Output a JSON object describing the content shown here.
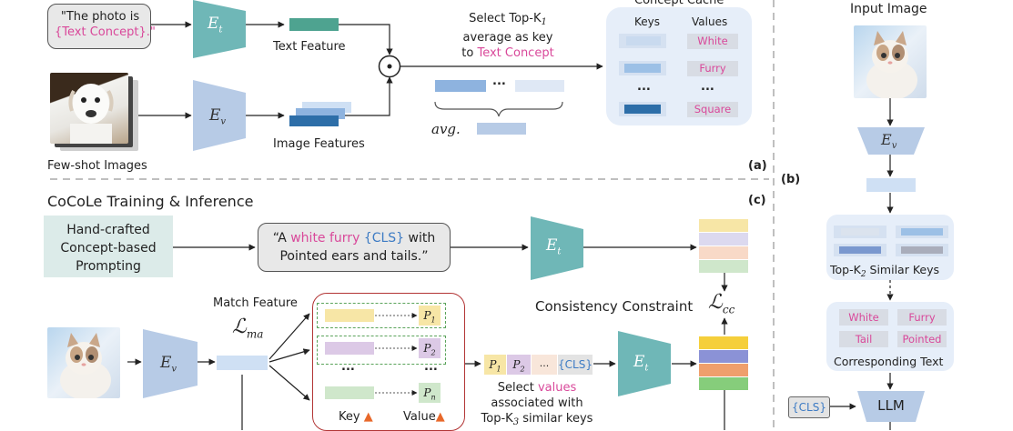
{
  "top": {
    "prompt_prefix": "\"The photo is",
    "prompt_concept": "{Text Concept}.\"",
    "encoder_text": "E",
    "encoder_text_sub": "t",
    "encoder_vis": "E",
    "encoder_vis_sub": "v",
    "text_feature": "Text Feature",
    "image_features": "Image Features",
    "few_shot": "Few-shot Images",
    "select_line1": "Select Top-K",
    "select_line1_sub": "1",
    "select_line2": "average as key",
    "select_line3_prefix": "to ",
    "select_line3_concept": "Text Concept",
    "ellipsis": "...",
    "avg": "avg.",
    "panel_label": "(a)",
    "cache_title": "Concept Cache",
    "keys_header": "Keys",
    "values_header": "Values",
    "values": [
      "White",
      "Furry",
      "Square"
    ],
    "cache_ellipsis": "..."
  },
  "bottom": {
    "section_title": "CoCoLe Training & Inference",
    "panel_label": "(c)",
    "handcrafted": [
      "Hand-crafted",
      "Concept-based",
      "Prompting"
    ],
    "prompt_pre": "“A ",
    "prompt_concepts": "white furry",
    "prompt_cls": "{CLS}",
    "prompt_post": " with",
    "prompt_line2": "Pointed ears and tails.”",
    "match_feature": "Match Feature",
    "loss_ma": "ℒ",
    "loss_ma_sub": "ma",
    "consistency": "Consistency Constraint",
    "loss_cc": "ℒ",
    "loss_cc_sub": "cc",
    "p_labels": [
      "P",
      "P",
      "P"
    ],
    "p_subs": [
      "1",
      "2",
      "n"
    ],
    "dots": "...",
    "key_label": "Key",
    "value_label": "Value",
    "prompt_tokens": [
      "P",
      "P",
      "...",
      "{CLS}"
    ],
    "prompt_token_subs": [
      "1",
      "2",
      "",
      ""
    ],
    "select_line1_prefix": "Select ",
    "select_line1_values": "values",
    "select_line2": "associated with",
    "select_line3": "Top-K",
    "select_line3_sub": "3",
    "select_line3_post": " similar keys"
  },
  "right": {
    "panel_label": "(b)",
    "input_image": "Input Image",
    "top_k2": "Top-K",
    "top_k2_sub": "2",
    "top_k2_post": " Similar Keys",
    "words": [
      "White",
      "Furry",
      "Tail",
      "Pointed"
    ],
    "corresponding": "Corresponding Text",
    "cls": "{CLS}",
    "llm": "LLM"
  },
  "colors": {
    "encoder": "#b7cbe6",
    "encoder_teal": "#6fb7b7",
    "panel_bg": "#e6eef9",
    "pink": "#d9489a",
    "teal_feat": "#4ea390"
  }
}
